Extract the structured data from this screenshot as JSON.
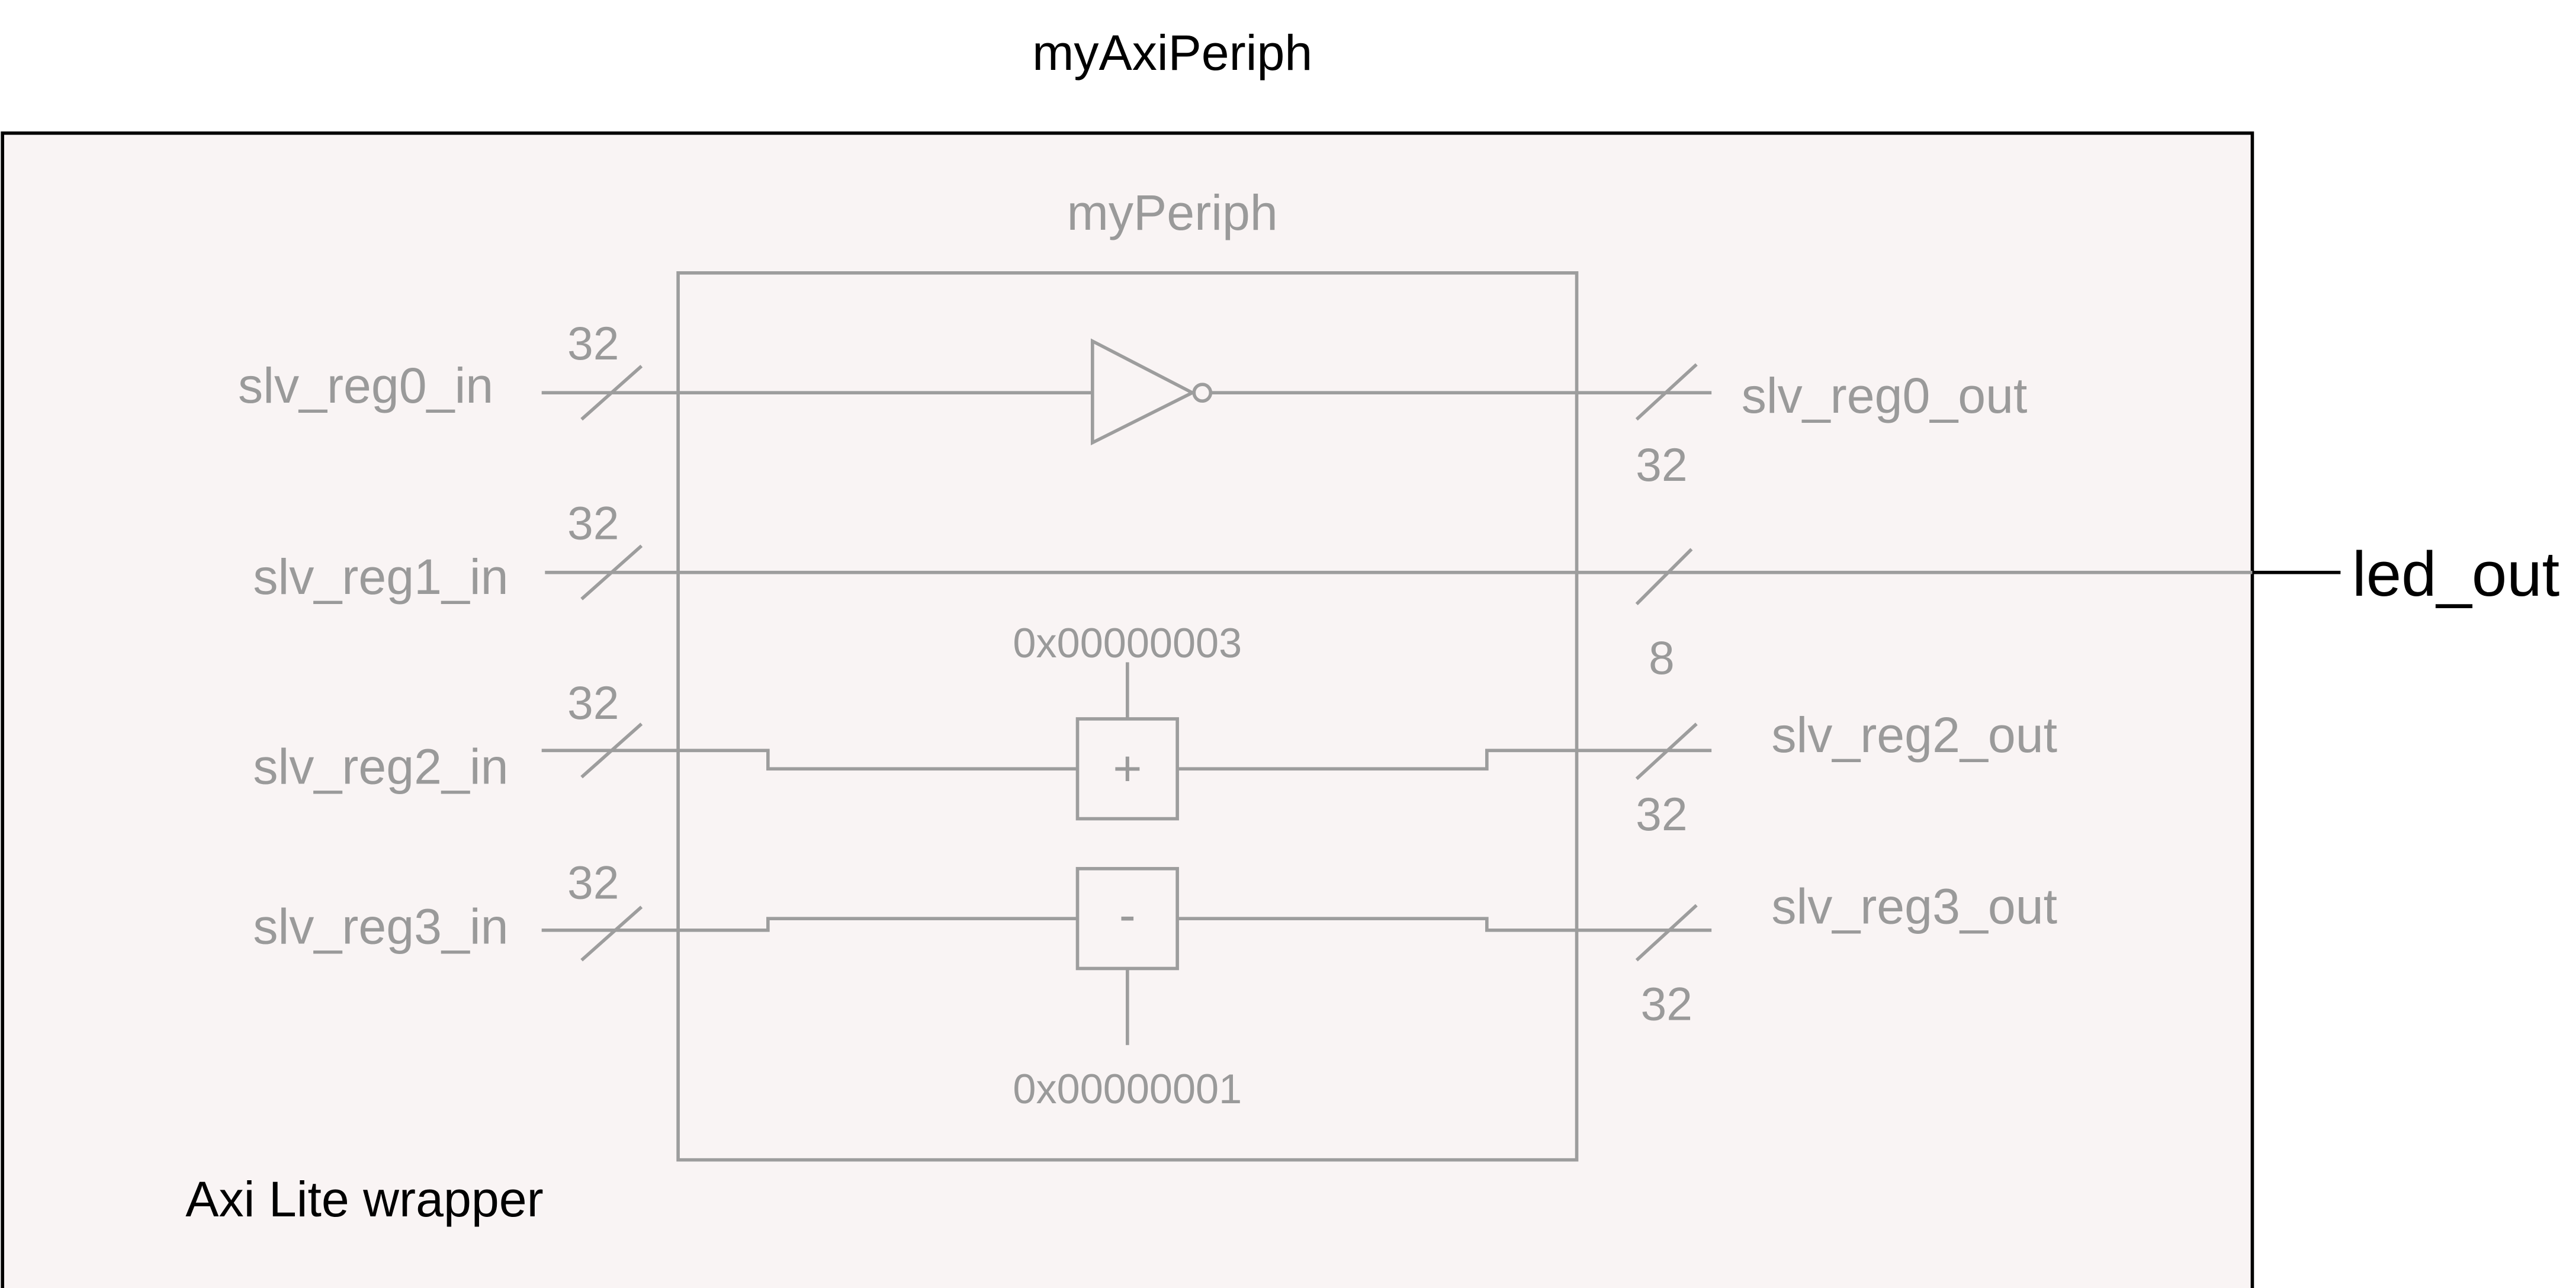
{
  "diagram": {
    "top_module": "myAxiPeriph",
    "wrapper_label": "Axi Lite wrapper",
    "inner_module": "myPeriph",
    "external_output": "led_out",
    "inputs": [
      {
        "name": "slv_reg0_in",
        "width": "32"
      },
      {
        "name": "slv_reg1_in",
        "width": "32"
      },
      {
        "name": "slv_reg2_in",
        "width": "32"
      },
      {
        "name": "slv_reg3_in",
        "width": "32"
      }
    ],
    "outputs": [
      {
        "name": "slv_reg0_out",
        "width": "32"
      },
      {
        "name": "",
        "width": "8"
      },
      {
        "name": "slv_reg2_out",
        "width": "32"
      },
      {
        "name": "slv_reg3_out",
        "width": "32"
      }
    ],
    "operators": {
      "adder": {
        "symbol": "+",
        "constant": "0x00000003"
      },
      "subtractor": {
        "symbol": "-",
        "constant": "0x00000001"
      }
    },
    "colors": {
      "outer_border": "#000000",
      "wrapper_fill": "#f9f4f4",
      "inner_lines": "#9d9d9d",
      "inner_text": "#9a9a9a"
    }
  }
}
